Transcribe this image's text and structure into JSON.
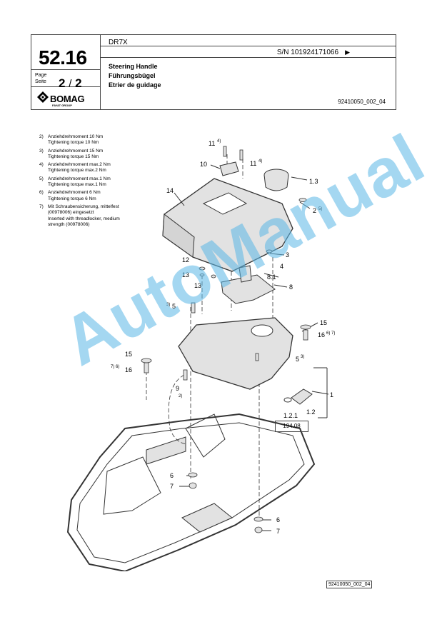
{
  "header": {
    "page_number": "52.16",
    "page_label_en": "Page",
    "page_label_de": "Seite",
    "page_current": "2",
    "page_sep": "/",
    "page_total": "2",
    "brand": "BOMAG",
    "brand_sub": "FAYAT GROUP",
    "model": "DR7X",
    "serial": "S/N 101924171066",
    "serial_arrow": "▶",
    "title_en": "Steering Handle",
    "title_de": "Führungsbügel",
    "title_fr": "Etrier de guidage",
    "doc_number": "92410050_002_04"
  },
  "notes": [
    {
      "num": "2)",
      "lines": [
        "Anziehdrehmoment 10 Nm",
        "Tightening torque 10 Nm"
      ]
    },
    {
      "num": "3)",
      "lines": [
        "Anziehdrehmoment 15 Nm",
        "Tightening torque 15 Nm"
      ]
    },
    {
      "num": "4)",
      "lines": [
        "Anziehdrehmoment max.2 Nm",
        "Tightening torque max.2 Nm"
      ]
    },
    {
      "num": "5)",
      "lines": [
        "Anziehdrehmoment max.1 Nm",
        "Tightening torque max.1 Nm"
      ]
    },
    {
      "num": "6)",
      "lines": [
        "Anziehdrehmoment 6 Nm",
        "Tightening torque 6 Nm"
      ]
    },
    {
      "num": "7)",
      "lines": [
        "Mit Schraubensicherung, mittelfest",
        "(00978006) eingesetzt",
        "Inserted with threadlocker, medium",
        "strength (00978006)"
      ]
    }
  ],
  "callouts": {
    "c11a": "11",
    "c11a_sup": "4)",
    "c11b": "11",
    "c11b_sup": "4)",
    "c10": "10",
    "c13a": "1.3",
    "c14": "14",
    "c2": "2",
    "c2_sup": "5)",
    "c12": "12",
    "c3": "3",
    "c13": "13",
    "c4": "4",
    "c13b": "13",
    "c81": "8.1",
    "c8": "8",
    "c5a": "5",
    "c5a_sup": "3)",
    "c15a": "15",
    "c16a": "16",
    "c16a_sup": "6) 7)",
    "c15b": "15",
    "c16b": "16",
    "c16b_sup": "7) 6)",
    "c5b": "5",
    "c5b_sup": "3)",
    "c9": "9",
    "c9_sup": "2)",
    "c1": "1",
    "c12b": "1.2",
    "c121": "1.2.1",
    "c6a": "6",
    "c7a": "7",
    "c6b": "6",
    "c7b": "7"
  },
  "ref_box": "194.08",
  "footer_code": "92410050_002_04",
  "watermark": "AutoManual",
  "colors": {
    "watermark": "#5ab7e6",
    "line": "#444444",
    "part_fill": "#e2e2e2"
  }
}
